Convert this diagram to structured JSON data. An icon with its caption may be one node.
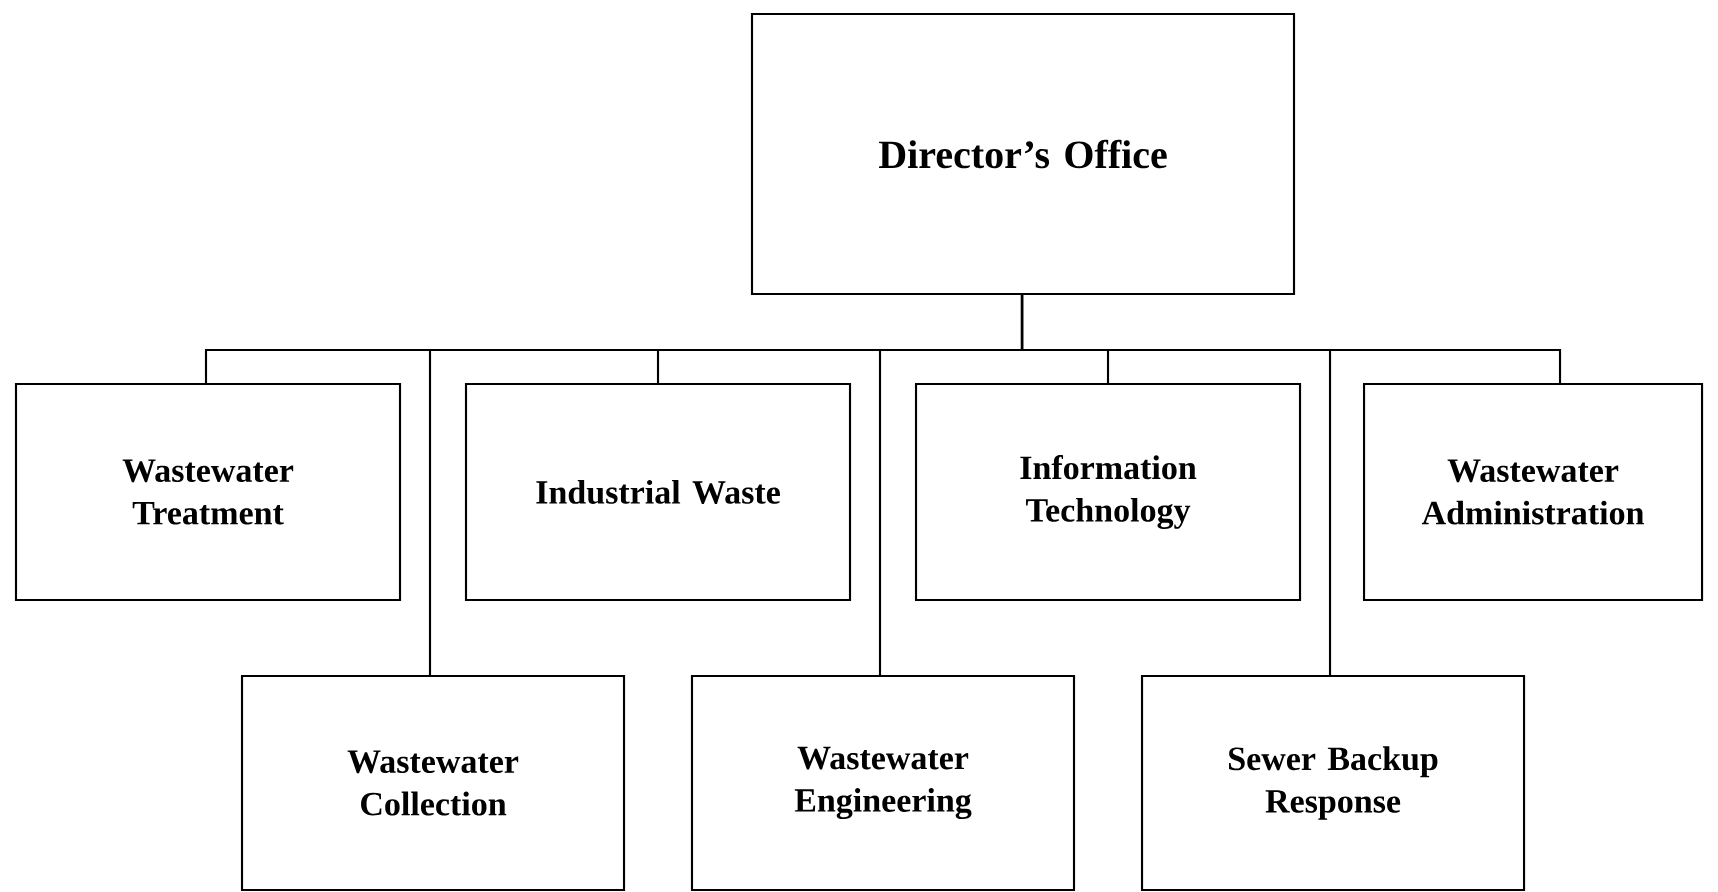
{
  "diagram": {
    "nodes": [
      {
        "text": [
          "Director’s Office"
        ]
      },
      {
        "text": [
          "Wastewater Treatment"
        ]
      },
      {
        "text": [
          "Industrial Waste"
        ]
      },
      {
        "text": [
          "Information Technology"
        ]
      },
      {
        "text": [
          "Wastewater Administration"
        ]
      },
      {
        "text": [
          "Wastewater Collection"
        ]
      },
      {
        "text": [
          "Wastewater Engineering"
        ]
      },
      {
        "text": [
          "Sewer Backup Response"
        ]
      }
    ],
    "edges": [
      {
        "from": 0,
        "to": 1,
        "arrow": "none"
      },
      {
        "from": 0,
        "to": 2,
        "arrow": "none"
      },
      {
        "from": 0,
        "to": 3,
        "arrow": "none"
      },
      {
        "from": 0,
        "to": 4,
        "arrow": "none"
      },
      {
        "from": 0,
        "to": 5,
        "arrow": "none"
      },
      {
        "from": 0,
        "to": 6,
        "arrow": "none"
      },
      {
        "from": 0,
        "to": 7,
        "arrow": "none"
      }
    ]
  }
}
